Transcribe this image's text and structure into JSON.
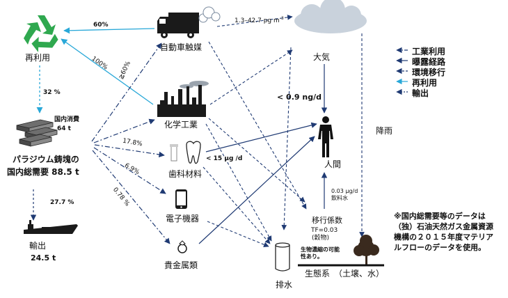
{
  "nodes": {
    "recycle": "再利用",
    "automobile": "自動車触媒",
    "atmosphere": "大気",
    "chemical": "化学工業",
    "dental": "歯科材料",
    "electronics": "電子機器",
    "jewelry": "貴金属類",
    "human": "人間",
    "wastewater": "排水",
    "ecosystem": "生態系　（土壌、水）",
    "rain": "降雨",
    "export": "輸出",
    "export_amount": "24.5 t"
  },
  "ingot": {
    "consumption_label": "国内消費",
    "consumption_amount": "64 t",
    "title_line1": "パラジウム鋳塊の",
    "title_line2": "国内総需要 88.5 t"
  },
  "flows": {
    "auto_to_recycle": "60%",
    "chem_to_recycle": "100%",
    "to_auto": "≧60%",
    "to_chemical": "17.8%",
    "to_dental": "6.9%",
    "to_jewelry": "0.78 %",
    "recycle_to_ingot": "32 %",
    "ingot_to_export": "27.7 %",
    "auto_emission": "1.3–42.7 pg m",
    "auto_emission_sup": "-3",
    "air_to_human": "< 0.9 ng/d",
    "dental_to_human": "< 15 μg /d",
    "water_to_human_line1": "0.03 μg/d",
    "water_to_human_line2": "飲料水"
  },
  "transfer": {
    "title": "移行係数",
    "value": "TF=0.03",
    "crop": "(穀物)",
    "bio_line1": "生物濃縮の可能",
    "bio_line2": "性あり。"
  },
  "legend": [
    {
      "label": "工業利用",
      "style": "dashdot",
      "color": "#1f3a73"
    },
    {
      "label": "曝露経路",
      "style": "solid",
      "color": "#1f3a73"
    },
    {
      "label": "環境移行",
      "style": "dashed",
      "color": "#1f3a73"
    },
    {
      "label": "再利用",
      "style": "solid",
      "color": "#29a8d8"
    },
    {
      "label": "輸出",
      "style": "solid",
      "color": "#1f3a73"
    }
  ],
  "note": {
    "line1": "※国内総需要等のデータは",
    "line2": "（独）石油天然ガス金属資源",
    "line3": "機構の２０１５年度マテリア",
    "line4": "ルフローのデータを使用。"
  },
  "icons": {
    "recycle": "recycle-icon",
    "truck": "truck-icon",
    "cloud": "cloud-icon",
    "factory": "factory-icon",
    "tooth": "tooth-icon",
    "phone": "smartphone-icon",
    "ring": "ring-icon",
    "human": "human-figure-icon",
    "cup": "water-cup-icon",
    "tree": "tree-icon",
    "ship": "ship-icon",
    "ingots": "ingot-icon"
  },
  "colors": {
    "industrial": "#1f3a73",
    "recycle": "#29a8d8",
    "recycle_icon": "#2fa84f"
  }
}
